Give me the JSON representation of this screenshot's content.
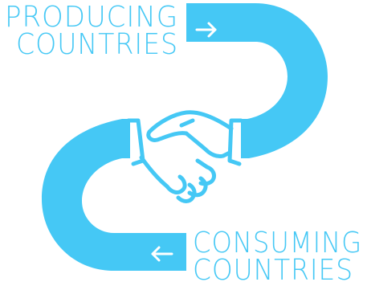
{
  "colors": {
    "accent": "#45C8F5",
    "background": "#FFFFFF"
  },
  "top_label": {
    "line1": "PRODUCING",
    "line2": "COUNTRIES",
    "arrow_icon": "arrow-right-icon"
  },
  "bottom_label": {
    "line1": "CONSUMING",
    "line2": "COUNTRIES",
    "arrow_icon": "arrow-left-icon"
  },
  "center_icon": "handshake-icon"
}
